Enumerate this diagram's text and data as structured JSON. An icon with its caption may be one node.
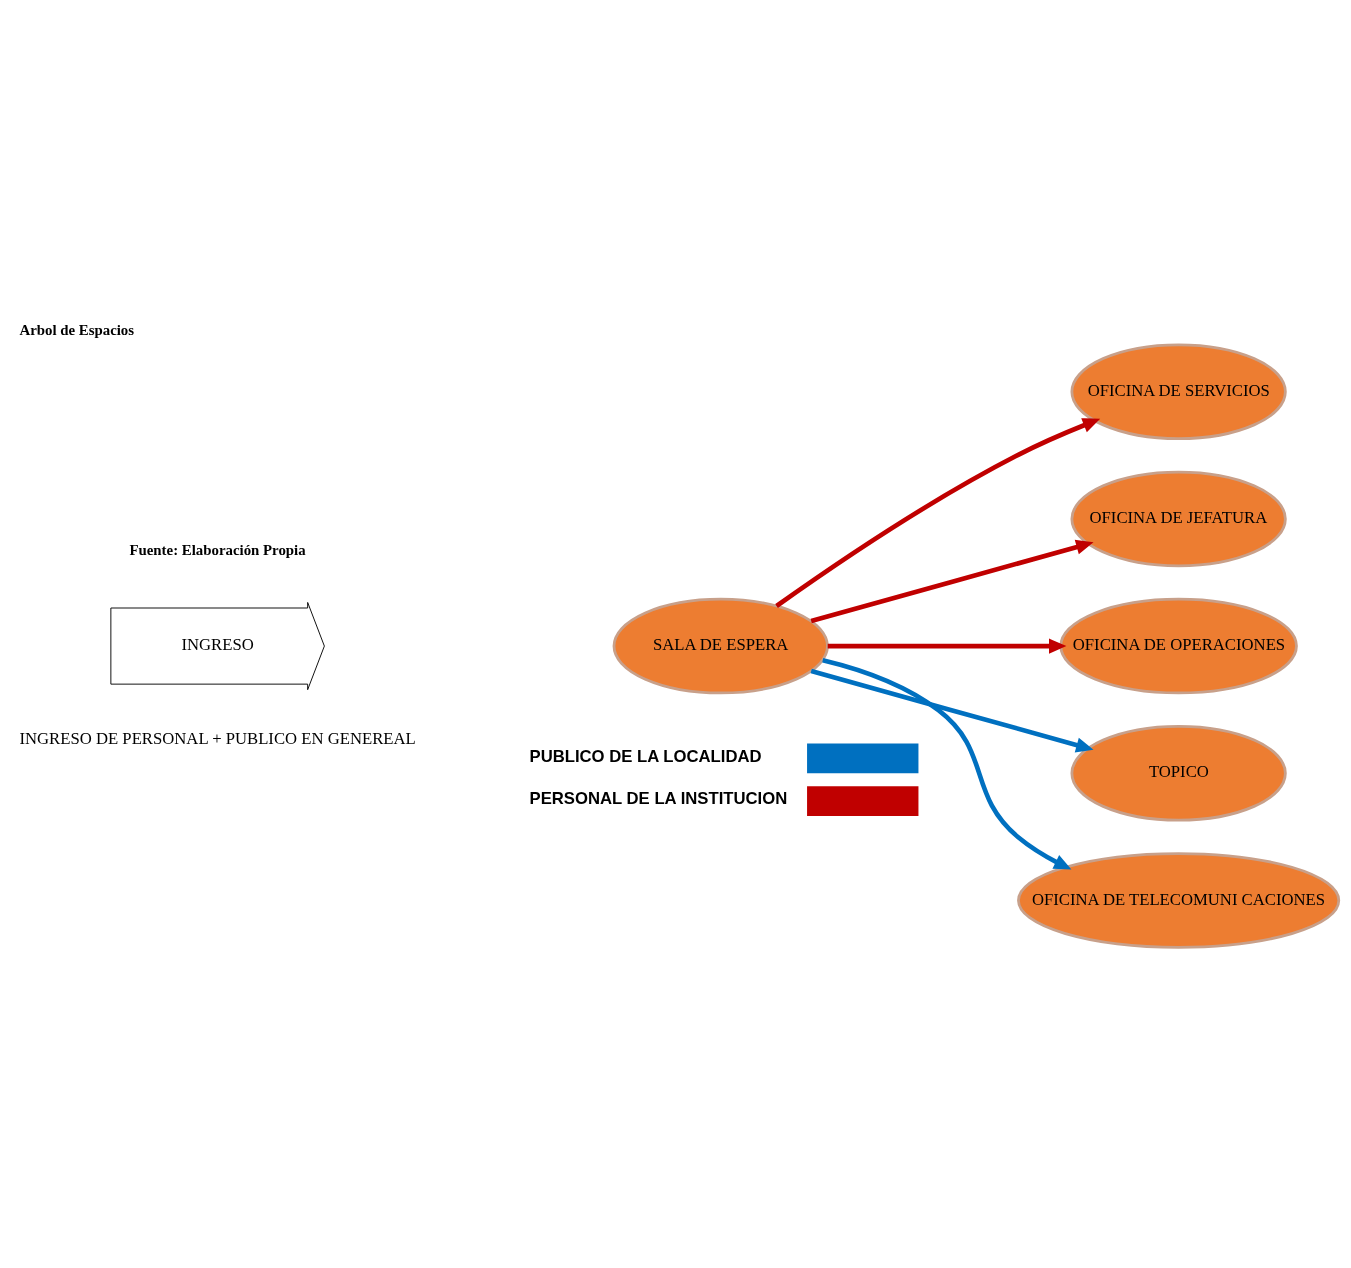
{
  "diagram": {
    "title": "Arbol de Espacios",
    "nodes": [
      {
        "text": [
          "INGRESO"
        ],
        "beside": [
          "INGRESO DE PERSONAL + PUBLICO EN GENEREAL"
        ]
      },
      {
        "text": [
          "SALA DE ESPERA"
        ]
      },
      {
        "text": [
          "OFICINA DE SERVICIOS"
        ]
      },
      {
        "text": [
          "OFICINA DE JEFATURA"
        ]
      },
      {
        "text": [
          "OFICINA DE OPERACIONES"
        ]
      },
      {
        "text": [
          "TOPICO"
        ]
      },
      {
        "text": [
          "OFICINA DE TELECOMUNI CACIONES"
        ]
      }
    ],
    "edges": [
      {
        "from": 1,
        "to": 2,
        "arrow": "to",
        "color": "#c00000"
      },
      {
        "from": 1,
        "to": 3,
        "arrow": "to",
        "color": "#c00000"
      },
      {
        "from": 1,
        "to": 4,
        "arrow": "to",
        "color": "#c00000"
      },
      {
        "from": 1,
        "to": 5,
        "arrow": "to",
        "color": "#0070c0"
      },
      {
        "from": 1,
        "to": 6,
        "arrow": "to",
        "color": "#0070c0"
      }
    ],
    "labels": [
      "Fuente: Elaboración Propia"
    ],
    "legend": [
      {
        "text": "PUBLICO DE LA LOCALIDAD",
        "color": "#0070c0"
      },
      {
        "text": "PERSONAL DE LA INSTITUCION",
        "color": "#c00000"
      }
    ]
  }
}
